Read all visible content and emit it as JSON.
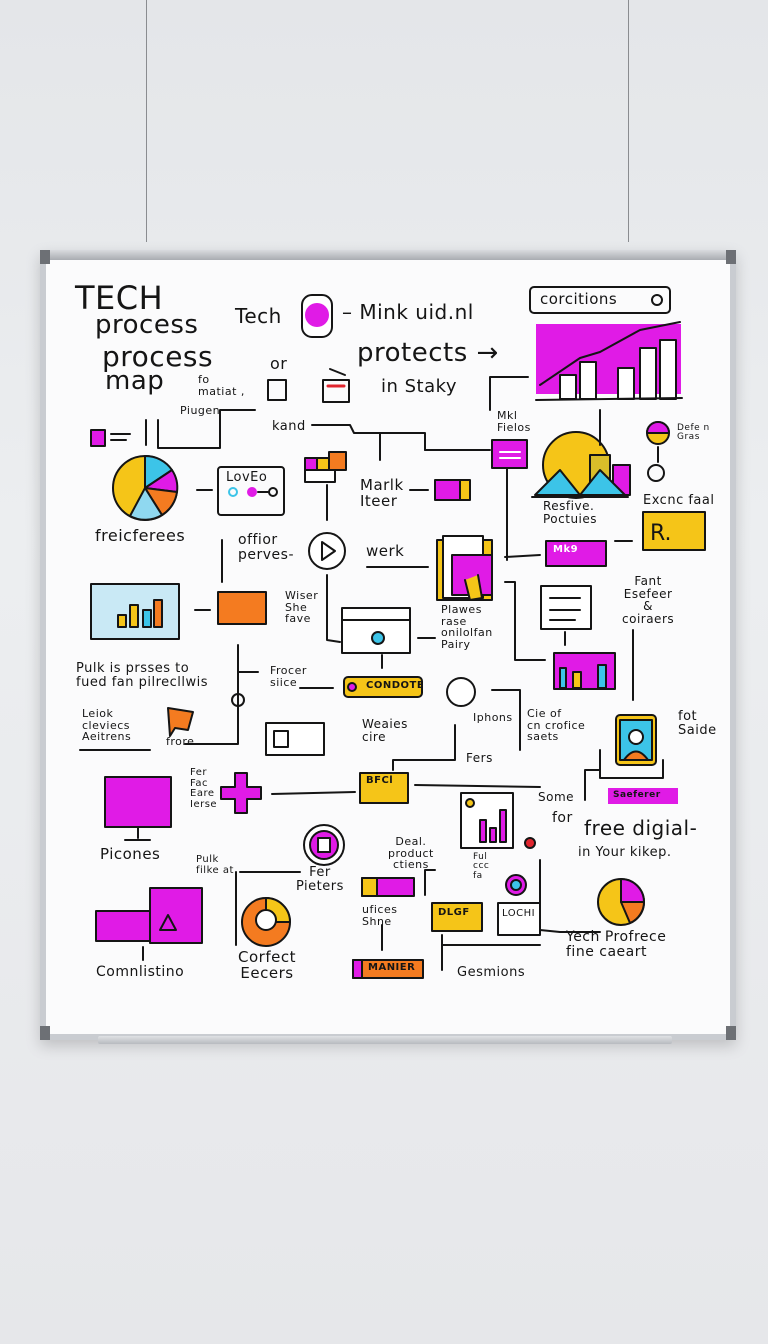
{
  "board": {
    "colors": {
      "magenta": "#e01be6",
      "yellow": "#f5c518",
      "orange": "#f47b20",
      "cyan": "#3cc4e8",
      "ink": "#151515"
    },
    "title_lines": [
      "TECH",
      "process",
      "process",
      "map"
    ],
    "labels": {
      "tech": "Tech",
      "mink": "– Mink uid.nl",
      "protects": "protects →",
      "in_staky": "in Staky",
      "or": "or",
      "fo_matiat": "fo\nmatiat ,",
      "piugen": "Piugen",
      "corcitions": "corcitions",
      "mkl_fielos": "Mkl\nFielos",
      "defe_gras": "Defe n\nGras",
      "kand": "kand",
      "marlk_iteer": "Marlk\nIteer",
      "resfive": "Resfive.\nPoctuies",
      "excnc_faal": "Excnc faal",
      "freicferees": "freicferees",
      "offior": "offior\nperves-",
      "werk": "werk",
      "wiser": "Wiser\nShe\nfave",
      "plawes": "Plawes\nrase\nonilolfan\nPairy",
      "fant": "Fant\nEsefeer\n&\ncoiraers",
      "pulk_prsses": "Pulk is prsses to\nfued fan pilrecllwis",
      "frocer": "Frocer\nsiice",
      "condote": "CONDOTE",
      "leiok": "Leiok\ncleviecs\nAeitrens",
      "frore": "frore",
      "weaies": "Weaies\ncire",
      "iphons": "Iphons",
      "cie_of": "Cie of\ncn crofice\nsaets",
      "fers": "Fers",
      "fot_saide": "fot\nSaide",
      "fer_fac": "Fer\nFac\nEare\nIerse",
      "picones": "Picones",
      "some": "Some",
      "saeferer": "Saeferer",
      "for": "for",
      "free_digial": "free digial-",
      "in_your_kikep": "in Your  kikep.",
      "deal_product": "Deal.\nproduct\nctiens",
      "pulk_filke": "Pulk\nfilke at",
      "fer_pieters": "Fer\nPieters",
      "ful_ccc": "Ful\nccc\nfa",
      "ufices": "ufices\nShne",
      "lochi": "LOCHI",
      "yech_profrece": "Yech Profrece\nfine   caeart",
      "comnlistino": "Comnlistino",
      "corfect": "Corfect\nEecers",
      "gesmions": "Gesmions",
      "manier": "MANIER",
      "love": "LovEo",
      "bfcl": "BFCl",
      "dlgf": "DLGF",
      "mks": "Mk9"
    }
  }
}
